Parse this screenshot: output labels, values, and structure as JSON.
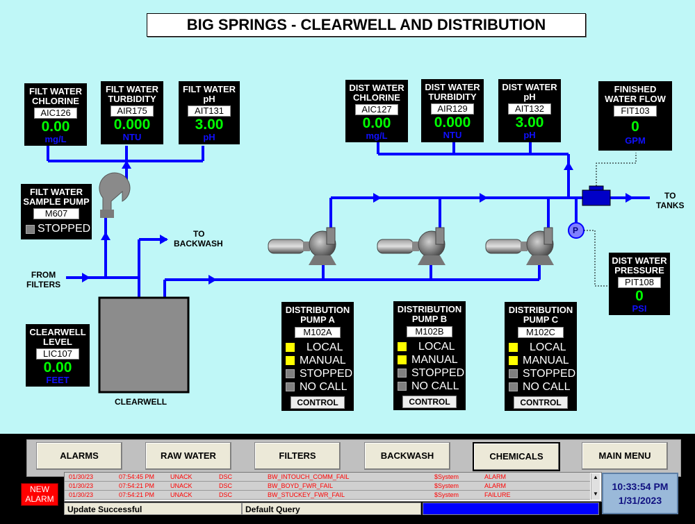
{
  "title": "BIG SPRINGS - CLEARWELL AND DISTRIBUTION",
  "instruments": {
    "filt_chlorine": {
      "label1": "FILT WATER",
      "label2": "CHLORINE",
      "tag": "AIC126",
      "value": "0.00",
      "unit": "mg/L"
    },
    "filt_turbidity": {
      "label1": "FILT WATER",
      "label2": "TURBIDITY",
      "tag": "AIR175",
      "value": "0.000",
      "unit": "NTU"
    },
    "filt_ph": {
      "label1": "FILT WATER",
      "label2": "pH",
      "tag": "AIT131",
      "value": "3.00",
      "unit": "pH"
    },
    "dist_chlorine": {
      "label1": "DIST WATER",
      "label2": "CHLORINE",
      "tag": "AIC127",
      "value": "0.00",
      "unit": "mg/L"
    },
    "dist_turbidity": {
      "label1": "DIST WATER",
      "label2": "TURBIDITY",
      "tag": "AIR129",
      "value": "0.000",
      "unit": "NTU"
    },
    "dist_ph": {
      "label1": "DIST WATER",
      "label2": "pH",
      "tag": "AIT132",
      "value": "3.00",
      "unit": "pH"
    },
    "finished_flow": {
      "label1": "FINISHED",
      "label2": "WATER FLOW",
      "tag": "FIT103",
      "value": "0",
      "unit": "GPM"
    },
    "dist_pressure": {
      "label1": "DIST WATER",
      "label2": "PRESSURE",
      "tag": "PIT108",
      "value": "0",
      "unit": "PSI"
    },
    "clearwell_level": {
      "label1": "CLEARWELL",
      "label2": "LEVEL",
      "tag": "LIC107",
      "value": "0.00",
      "unit": "FEET"
    }
  },
  "sample_pump": {
    "label1": "FILT WATER",
    "label2": "SAMPLE PUMP",
    "tag": "M607",
    "status": "STOPPED"
  },
  "pumps": [
    {
      "label1": "DISTRIBUTION",
      "label2": "PUMP A",
      "tag": "M102A",
      "s1": "LOCAL",
      "s2": "MANUAL",
      "s3": "STOPPED",
      "s4": "NO CALL",
      "control": "CONTROL"
    },
    {
      "label1": "DISTRIBUTION",
      "label2": "PUMP B",
      "tag": "M102B",
      "s1": "LOCAL",
      "s2": "MANUAL",
      "s3": "STOPPED",
      "s4": "NO CALL",
      "control": "CONTROL"
    },
    {
      "label1": "DISTRIBUTION",
      "label2": "PUMP C",
      "tag": "M102C",
      "s1": "LOCAL",
      "s2": "MANUAL",
      "s3": "STOPPED",
      "s4": "NO CALL",
      "control": "CONTROL"
    }
  ],
  "labels": {
    "to_backwash_1": "TO",
    "to_backwash_2": "BACKWASH",
    "from_filters_1": "FROM",
    "from_filters_2": "FILTERS",
    "to_tanks_1": "TO",
    "to_tanks_2": "TANKS",
    "clearwell": "CLEARWELL",
    "pressure_symbol": "P"
  },
  "nav": [
    "ALARMS",
    "RAW WATER",
    "FILTERS",
    "BACKWASH",
    "CHEMICALS",
    "MAIN MENU"
  ],
  "alarms": [
    {
      "date": "01/30/23",
      "time": "07:54:45 PM",
      "state": "UNACK",
      "class": "DSC",
      "name": "BW_INTOUCH_COMM_FAIL",
      "provider": "$System",
      "type": "ALARM"
    },
    {
      "date": "01/30/23",
      "time": "07:54:21 PM",
      "state": "UNACK",
      "class": "DSC",
      "name": "BW_BOYD_FWR_FAIL",
      "provider": "$System",
      "type": "ALARM"
    },
    {
      "date": "01/30/23",
      "time": "07:54:21 PM",
      "state": "UNACK",
      "class": "DSC",
      "name": "BW_STUCKEY_FWR_FAIL",
      "provider": "$System",
      "type": "FAILURE"
    }
  ],
  "new_alarm_1": "NEW",
  "new_alarm_2": "ALARM",
  "status_text": "Update Successful",
  "query_text": "Default Query",
  "clock": {
    "time": "10:33:54 PM",
    "date": "1/31/2023"
  },
  "colors": {
    "background": "#bff7f7",
    "pipe": "#0000ff",
    "value": "#00ff00",
    "unit": "#1010ff",
    "alarm_text": "#ff0000"
  }
}
